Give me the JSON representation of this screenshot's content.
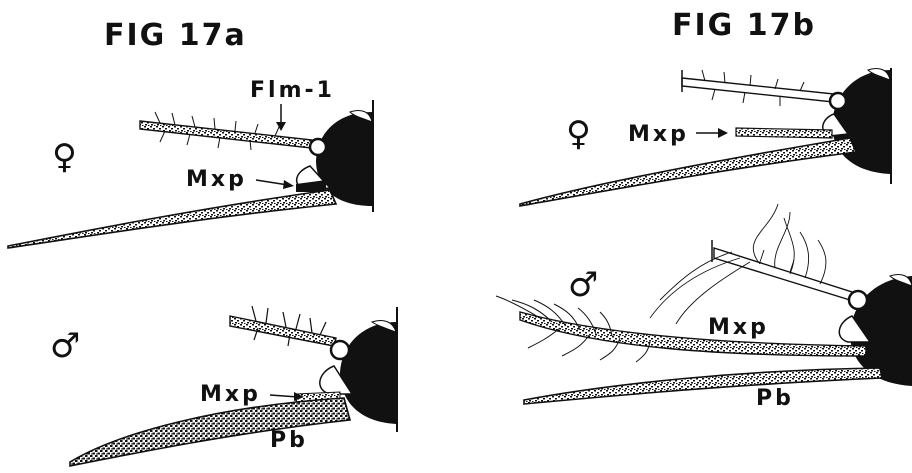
{
  "figures": {
    "a": {
      "title": "FIG 17a",
      "female": {
        "symbol": "♀",
        "labels": {
          "flagellomere": "Flm-1",
          "maxillary_palp": "Mxp"
        }
      },
      "male": {
        "symbol": "♂",
        "labels": {
          "maxillary_palp": "Mxp",
          "proboscis": "Pb"
        }
      }
    },
    "b": {
      "title": "FIG 17b",
      "female": {
        "symbol": "♀",
        "labels": {
          "maxillary_palp": "Mxp"
        }
      },
      "male": {
        "symbol": "♂",
        "labels": {
          "maxillary_palp": "Mxp",
          "proboscis": "Pb"
        }
      }
    }
  },
  "colors": {
    "ink": "#111111",
    "paper": "#ffffff"
  }
}
